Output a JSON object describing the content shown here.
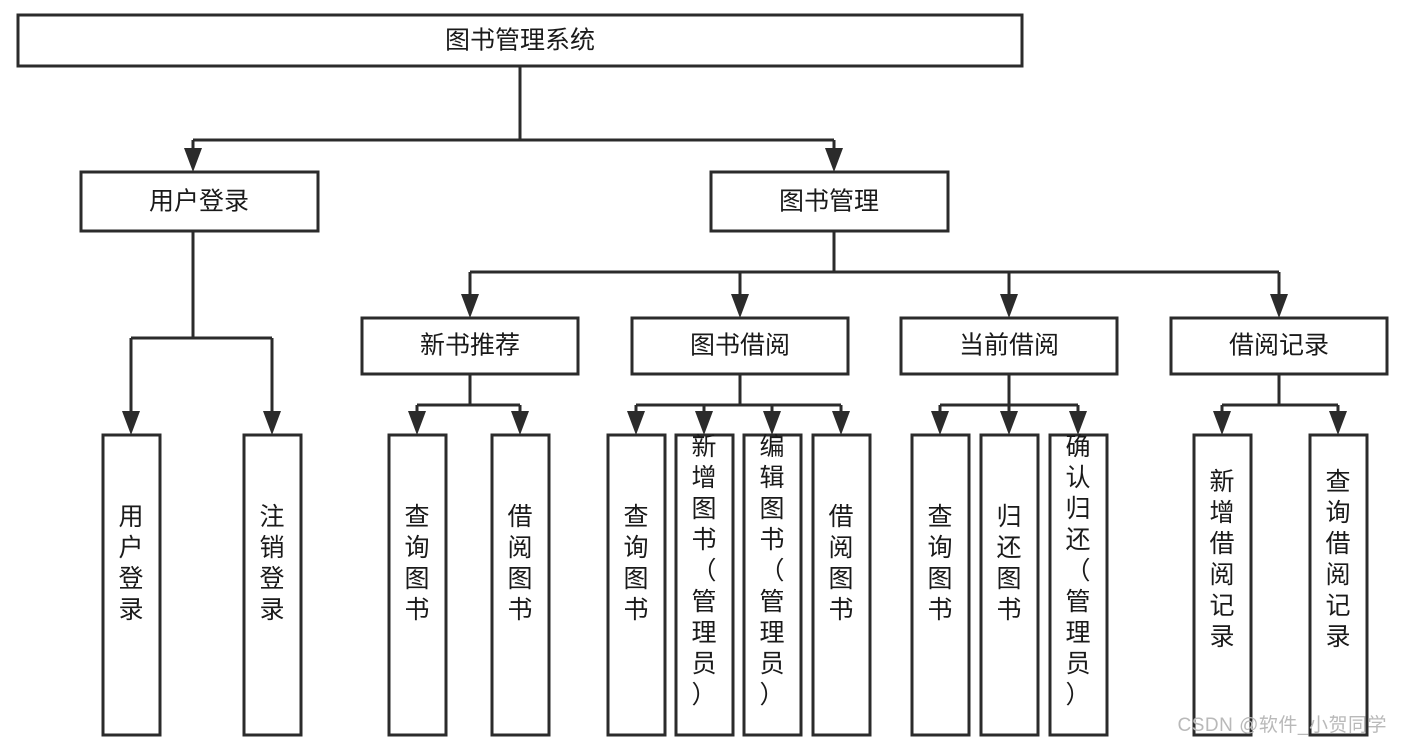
{
  "diagram": {
    "title": "图书管理系统",
    "orientation": "vertical-tree",
    "watermark": "CSDN @软件_小贺同学",
    "colors": {
      "box_fill": "#ffffff",
      "box_stroke": "#2b2b2b",
      "edge": "#2b2b2b",
      "text": "#1a1a1a",
      "watermark": "#b9b9b9"
    },
    "levels": {
      "root": {
        "label": "图书管理系统",
        "orientation": "horizontal"
      },
      "level2": [
        {
          "id": "user-login",
          "label": "用户登录",
          "orientation": "horizontal"
        },
        {
          "id": "book-management",
          "label": "图书管理",
          "orientation": "horizontal"
        }
      ],
      "level3": [
        {
          "id": "new-book-recommend",
          "label": "新书推荐",
          "orientation": "horizontal",
          "parent": "book-management"
        },
        {
          "id": "book-borrow",
          "label": "图书借阅",
          "orientation": "horizontal",
          "parent": "book-management"
        },
        {
          "id": "current-borrow",
          "label": "当前借阅",
          "orientation": "horizontal",
          "parent": "book-management"
        },
        {
          "id": "borrow-record",
          "label": "借阅记录",
          "orientation": "horizontal",
          "parent": "book-management"
        }
      ],
      "leaves": [
        {
          "id": "leaf-user-login",
          "label": "用户登录",
          "orientation": "vertical",
          "parent": "user-login"
        },
        {
          "id": "leaf-user-logout",
          "label": "注销登录",
          "orientation": "vertical",
          "parent": "user-login"
        },
        {
          "id": "leaf-query-book-1",
          "label": "查询图书",
          "orientation": "vertical",
          "parent": "new-book-recommend"
        },
        {
          "id": "leaf-borrow-book-1",
          "label": "借阅图书",
          "orientation": "vertical",
          "parent": "new-book-recommend"
        },
        {
          "id": "leaf-query-book-2",
          "label": "查询图书",
          "orientation": "vertical",
          "parent": "book-borrow"
        },
        {
          "id": "leaf-add-book",
          "label": "新增图书（管理员）",
          "orientation": "vertical",
          "parent": "book-borrow"
        },
        {
          "id": "leaf-edit-book",
          "label": "编辑图书（管理员）",
          "orientation": "vertical",
          "parent": "book-borrow"
        },
        {
          "id": "leaf-borrow-book-2",
          "label": "借阅图书",
          "orientation": "vertical",
          "parent": "book-borrow"
        },
        {
          "id": "leaf-query-book-3",
          "label": "查询图书",
          "orientation": "vertical",
          "parent": "current-borrow"
        },
        {
          "id": "leaf-return-book",
          "label": "归还图书",
          "orientation": "vertical",
          "parent": "current-borrow"
        },
        {
          "id": "leaf-confirm-return",
          "label": "确认归还（管理员）",
          "orientation": "vertical",
          "parent": "current-borrow"
        },
        {
          "id": "leaf-add-record",
          "label": "新增借阅记录",
          "orientation": "vertical",
          "parent": "borrow-record"
        },
        {
          "id": "leaf-query-record",
          "label": "查询借阅记录",
          "orientation": "vertical",
          "parent": "borrow-record"
        }
      ]
    }
  }
}
